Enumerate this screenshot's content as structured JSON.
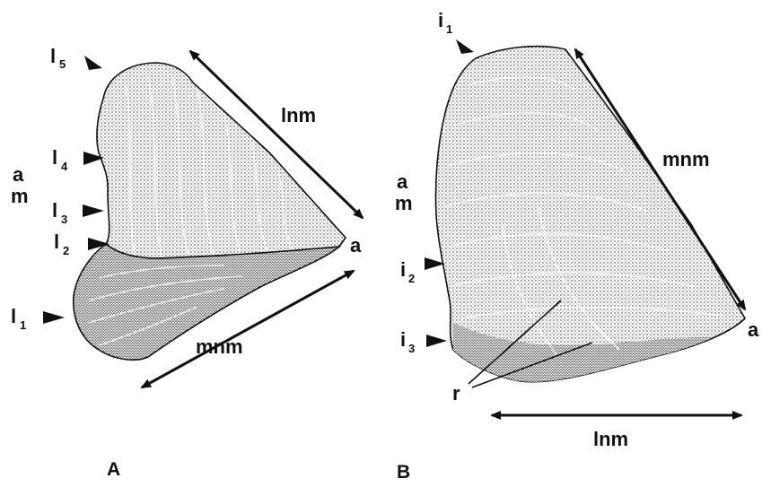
{
  "panels": [
    {
      "letter": "A",
      "arrows": {
        "top": "lnm",
        "bottom": "mnm"
      },
      "axis": [
        "a",
        "m"
      ],
      "apex": "a",
      "markers": [
        {
          "base": "l",
          "sub": "5"
        },
        {
          "base": "l",
          "sub": "4"
        },
        {
          "base": "l",
          "sub": "3"
        },
        {
          "base": "l",
          "sub": "2"
        },
        {
          "base": "l",
          "sub": "1"
        }
      ]
    },
    {
      "letter": "B",
      "arrows": {
        "top": "mnm",
        "bottom": "lnm"
      },
      "axis": [
        "a",
        "m"
      ],
      "apex": "a",
      "markers": [
        {
          "base": "i",
          "sub": "1"
        },
        {
          "base": "i",
          "sub": "2"
        },
        {
          "base": "i",
          "sub": "3"
        }
      ],
      "pointer": "r"
    }
  ],
  "colors": {
    "ink": "#111111",
    "background": "#ffffff"
  }
}
